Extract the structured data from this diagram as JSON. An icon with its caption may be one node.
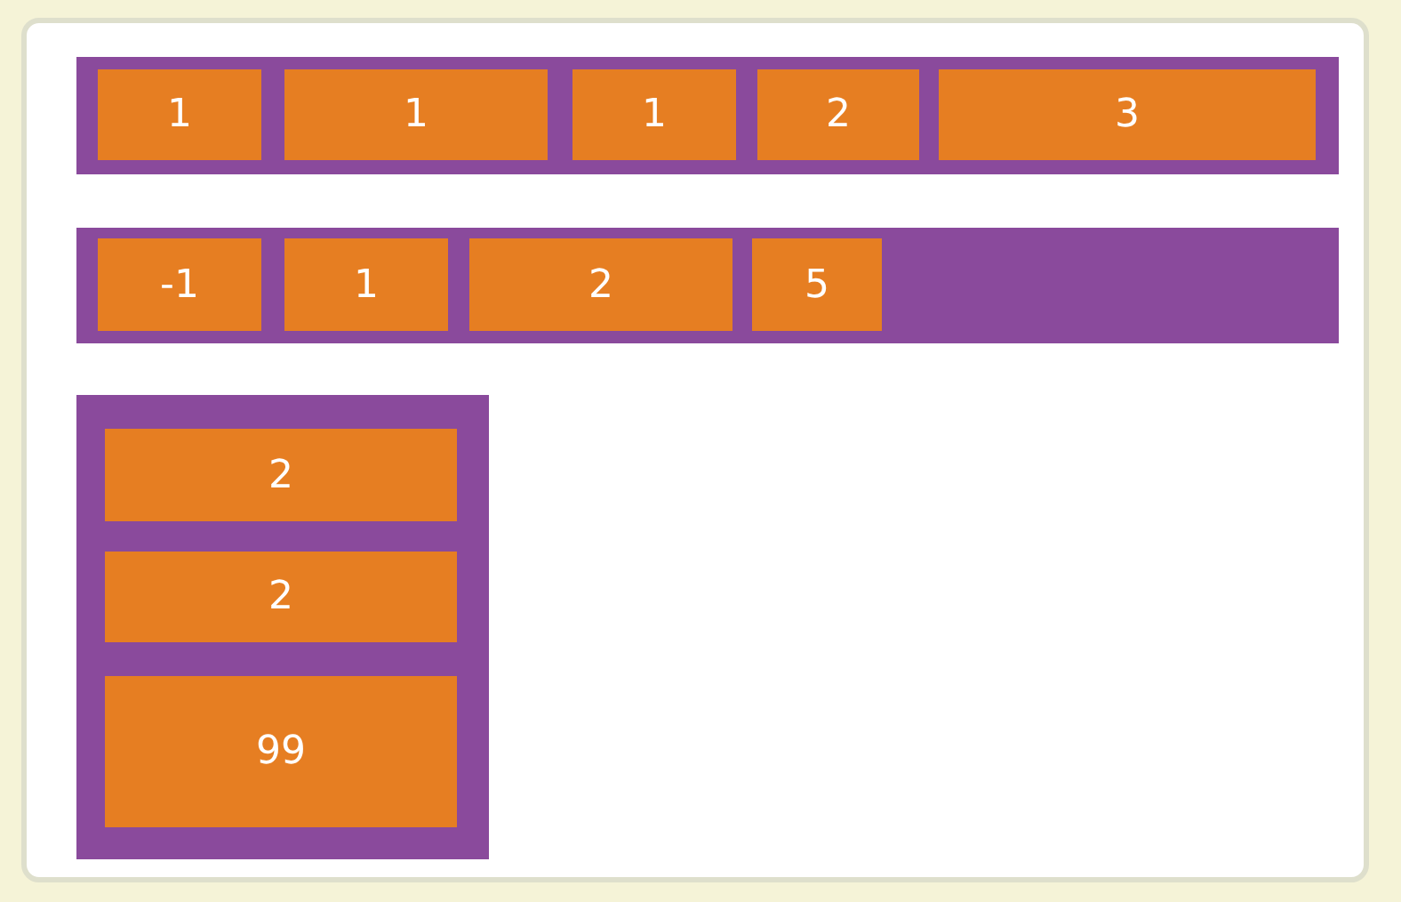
{
  "diagram": {
    "nodes": [
      {
        "text": [],
        "shape": "box"
      },
      {
        "text": [
          "1"
        ],
        "in": 0
      },
      {
        "text": [
          "1"
        ],
        "in": 0
      },
      {
        "text": [
          "1"
        ],
        "in": 0
      },
      {
        "text": [
          "2"
        ],
        "in": 0
      },
      {
        "text": [
          "3"
        ],
        "in": 0
      },
      {
        "text": [],
        "shape": "box"
      },
      {
        "text": [
          "-1"
        ],
        "in": 6
      },
      {
        "text": [
          "1"
        ],
        "in": 6
      },
      {
        "text": [
          "2"
        ],
        "in": 6
      },
      {
        "text": [
          "5"
        ],
        "in": 6
      },
      {
        "text": [],
        "shape": "box"
      },
      {
        "text": [
          "2"
        ],
        "in": 11
      },
      {
        "text": [
          "2"
        ],
        "in": 11
      },
      {
        "text": [
          "99"
        ],
        "in": 11
      }
    ]
  }
}
